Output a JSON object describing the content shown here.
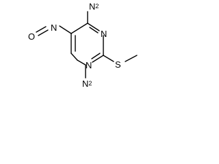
{
  "molecule": {
    "atoms": {
      "amine_top": {
        "element": "N",
        "hydrogens": "2"
      },
      "amine_bottom": {
        "element": "N",
        "hydrogens": "2"
      },
      "ring_n_upper": {
        "element": "N"
      },
      "ring_n_lower": {
        "element": "N"
      },
      "nitroso_n": {
        "element": "N"
      },
      "nitroso_o": {
        "element": "O"
      },
      "thio_s": {
        "element": "S"
      }
    }
  }
}
